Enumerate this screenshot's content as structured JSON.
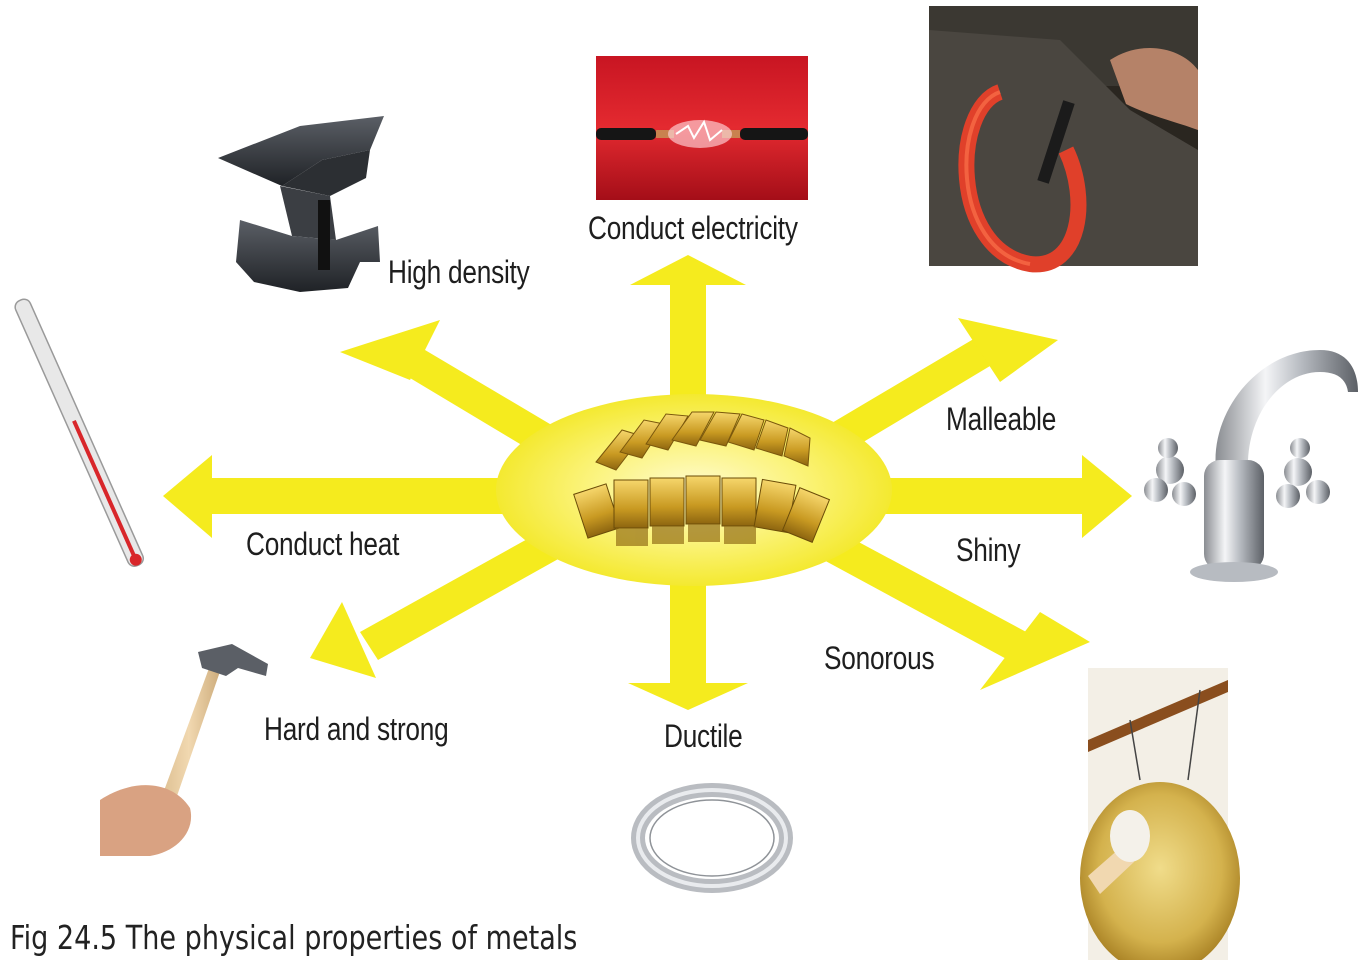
{
  "center": {
    "name": "gold-bars"
  },
  "properties": [
    {
      "id": "conduct-electricity",
      "label": "Conduct electricity",
      "icon": "electric-wire-spark-icon"
    },
    {
      "id": "high-density",
      "label": "High density",
      "icon": "anvil-icon"
    },
    {
      "id": "malleable",
      "label": "Malleable",
      "icon": "horseshoe-forging-icon"
    },
    {
      "id": "conduct-heat",
      "label": "Conduct heat",
      "icon": "thermometer-icon"
    },
    {
      "id": "shiny",
      "label": "Shiny",
      "icon": "chrome-tap-icon"
    },
    {
      "id": "hard-and-strong",
      "label": "Hard and strong",
      "icon": "hammer-icon"
    },
    {
      "id": "ductile",
      "label": "Ductile",
      "icon": "wire-coil-icon"
    },
    {
      "id": "sonorous",
      "label": "Sonorous",
      "icon": "gong-icon"
    }
  ],
  "caption": "Fig 24.5  The physical properties of metals",
  "colors": {
    "arrow": "#f5eb1e",
    "arrow_glow": "#fff7a8",
    "gold": "#d4a82a",
    "text": "#1e1e1e"
  }
}
